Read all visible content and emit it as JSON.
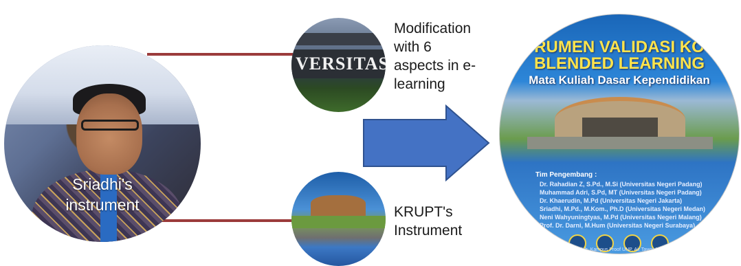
{
  "left_node": {
    "label_line1": "Sriadhi's",
    "label_line2": "instrument"
  },
  "top_node": {
    "text_lines": [
      "Modification",
      "with 6",
      "aspects in e-",
      "learning"
    ],
    "sign_text": "VERSITAS NEG"
  },
  "bottom_node": {
    "text_lines": [
      "KRUPT's",
      "Instrument"
    ]
  },
  "cover": {
    "title_line1": "RUMEN VALIDASI KO",
    "title_line2": "BLENDED LEARNING",
    "subtitle": "Mata Kuliah Dasar Kependidikan",
    "team_heading": "Tim Pengembang :",
    "team": [
      "Dr. Rahadian Z, S.Pd., M.Si (Universitas Negeri Padang)",
      "Muhammad Adri, S.Pd, MT (Universitas Negeri Padang)",
      "Dr. Khaerudin, M.Pd (Universitas Negeri Jakarta)",
      "Sriadhi, M.Pd., M.Kom., Ph.D (Universitas Negeri Medan)",
      "Neni Wahyuningtyas, M.Pd (Universitas Negeri Malang)",
      "Prof. Dr. Darni, M.Hum (Universitas Negeri Surabaya)"
    ],
    "footer": "Prof. Hasbullah, Kampus Proof UNP, Air Tawar Padang"
  },
  "colors": {
    "connector": "#9b3b3b",
    "arrow_fill": "#4472c4",
    "arrow_stroke": "#2f528f"
  }
}
